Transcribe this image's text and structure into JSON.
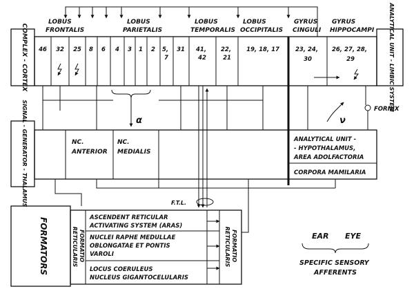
{
  "left_labels": {
    "complex_cortex": "COMPLEX - CORTEX",
    "signal_generator": "SIGNAL - GENERATOR - THALAMUS",
    "formators": "FORMATORS"
  },
  "right_label": "ANALYTICAL UNIT - LIMBIC SYSTEM",
  "lobes": {
    "frontalis": [
      "LOBUS",
      "FRONTALIS"
    ],
    "parietalis": [
      "LOBUS",
      "PARIETALIS"
    ],
    "temporalis": [
      "LOBUS",
      "TEMPORALIS"
    ],
    "occipitalis": [
      "LOBUS",
      "OCCIPITALIS"
    ],
    "cinguli": [
      "GYRUS",
      "CINGULI"
    ],
    "hippocampi": [
      "GYRUS",
      "HIPPOCAMPI"
    ]
  },
  "areas": {
    "a46": "46",
    "a32": "32",
    "a25": "25",
    "a8": "8",
    "a6": "6",
    "a4": "4",
    "a3": "3",
    "a1": "1",
    "a2": "2",
    "a5_7": [
      "5,",
      "7"
    ],
    "a31": "31",
    "a41_42": [
      "41,",
      "42"
    ],
    "a22_21": [
      "22,",
      "21"
    ],
    "a19_18_17": "19, 18, 17",
    "a23_24_30": [
      "23, 24,",
      "30"
    ],
    "a26_29": [
      "26, 27, 28,",
      "29"
    ]
  },
  "thalamus": {
    "anterior": [
      "NC.",
      "ANTERIOR"
    ],
    "medialis": [
      "NC.",
      "MEDIALIS"
    ],
    "hypothalamus": [
      "ANALYTICAL UNIT -",
      "- HYPOTHALAMUS,",
      "AREA ADOLFACTORIA"
    ],
    "mamillaria": "CORPORA MAMILARIA"
  },
  "formators": {
    "left_side": [
      "FORMATIO",
      "RETICULARIS"
    ],
    "right_side": [
      "FORMATIO",
      "RETICULARIS"
    ],
    "aras": [
      "ASCENDENT RETICULAR",
      "ACTIVATING SYSTEM (ARAS)"
    ],
    "raphe": [
      "NUCLEI RAPHE MEDULLAE",
      "OBLONGATAE ET PONTIS",
      "VAROLI"
    ],
    "coeruleus": [
      "LOCUS COERULEUS",
      "NUCLEUS GIGANTOCELULARIS"
    ]
  },
  "annotations": {
    "ftl": "F.T.L.",
    "fornix": "FORNIX",
    "alpha": "α",
    "nu": "ν",
    "ear": "EAR",
    "eye": "EYE",
    "afferents": [
      "SPECIFIC SENSORY",
      "AFFERENTS"
    ]
  }
}
